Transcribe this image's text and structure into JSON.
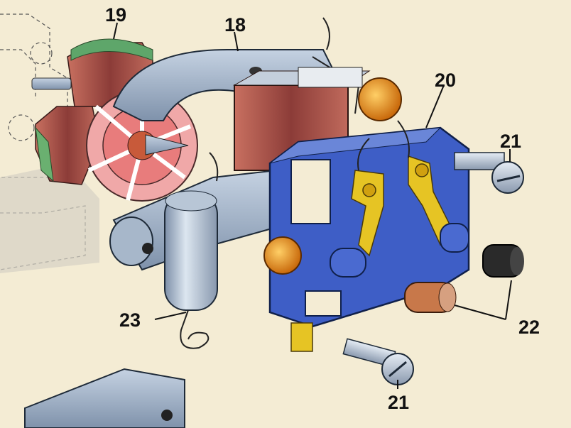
{
  "callouts": {
    "part_18": "18",
    "part_19": "19",
    "part_20": "20",
    "part_21_top": "21",
    "part_21_bottom": "21",
    "part_22": "22",
    "part_23": "23"
  },
  "colors": {
    "paper": "#f4ecd4",
    "steel": "#9fb2c8",
    "coil": "#a4504a",
    "rotor_pink": "#f0a0a0",
    "plate_blue": "#3f5fc8",
    "brass": "#e0c020",
    "amber": "#e89018",
    "green": "#5aa860"
  }
}
